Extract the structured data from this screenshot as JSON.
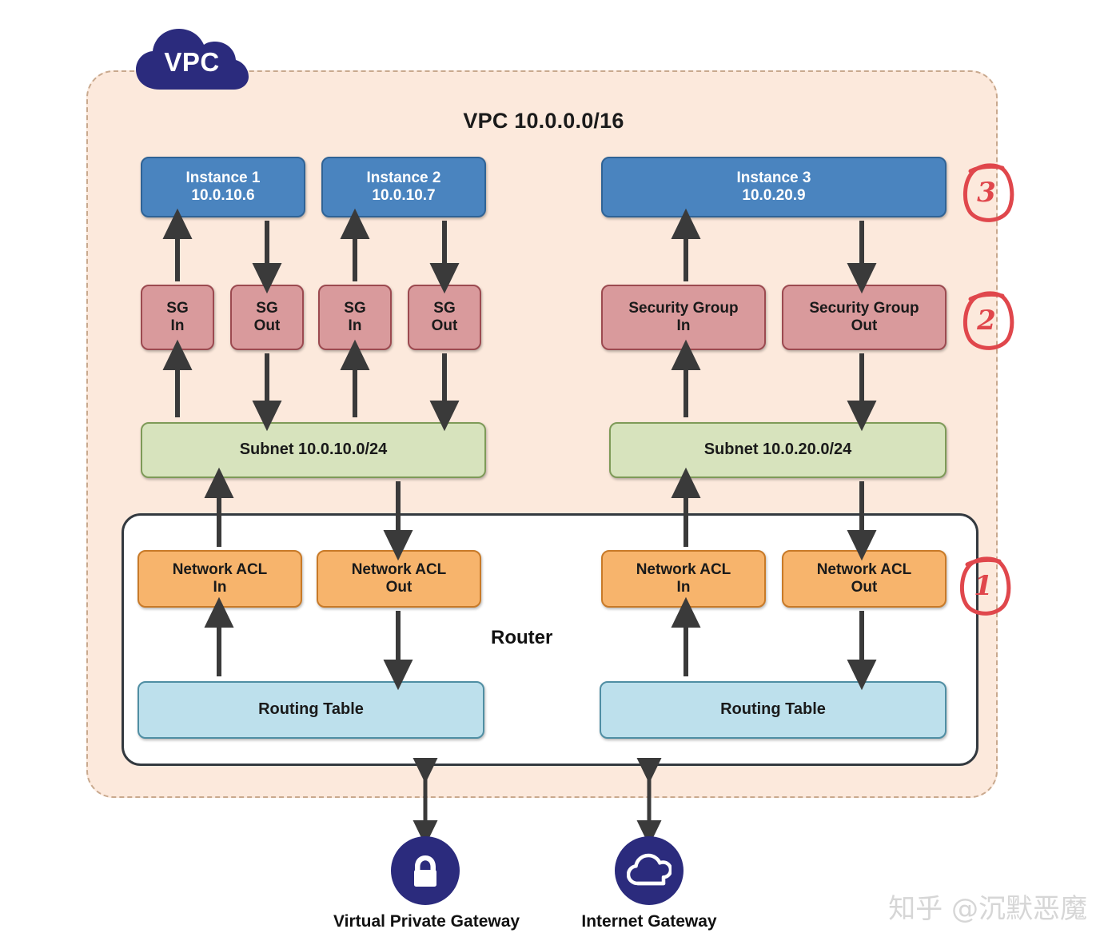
{
  "vpc": {
    "cloud_badge": "VPC",
    "title": "VPC 10.0.0.0/16",
    "fill_color": "#fce9dc",
    "border_color": "#c9a98e",
    "badge_color": "#2b2b7d"
  },
  "instances": [
    {
      "name": "Instance 1",
      "ip": "10.0.10.6"
    },
    {
      "name": "Instance 2",
      "ip": "10.0.10.7"
    },
    {
      "name": "Instance 3",
      "ip": "10.0.20.9"
    }
  ],
  "security_groups": [
    {
      "line1": "SG",
      "line2": "In"
    },
    {
      "line1": "SG",
      "line2": "Out"
    },
    {
      "line1": "SG",
      "line2": "In"
    },
    {
      "line1": "SG",
      "line2": "Out"
    },
    {
      "line1": "Security Group",
      "line2": "In"
    },
    {
      "line1": "Security Group",
      "line2": "Out"
    }
  ],
  "subnets": [
    {
      "label": "Subnet 10.0.10.0/24"
    },
    {
      "label": "Subnet 10.0.20.0/24"
    }
  ],
  "network_acls": [
    {
      "line1": "Network ACL",
      "line2": "In"
    },
    {
      "line1": "Network ACL",
      "line2": "Out"
    },
    {
      "line1": "Network ACL",
      "line2": "In"
    },
    {
      "line1": "Network ACL",
      "line2": "Out"
    }
  ],
  "router": {
    "label": "Router",
    "routing_tables": [
      {
        "label": "Routing Table"
      },
      {
        "label": "Routing Table"
      }
    ]
  },
  "gateways": [
    {
      "label": "Virtual Private Gateway",
      "icon": "lock-icon"
    },
    {
      "label": "Internet Gateway",
      "icon": "cloud-icon"
    }
  ],
  "annotations": [
    {
      "number": "3"
    },
    {
      "number": "2"
    },
    {
      "number": "1"
    }
  ],
  "watermark": {
    "text": "知乎 @沉默恶魔"
  },
  "colors": {
    "instance": "#4a84bf",
    "security_group": "#d99a9c",
    "subnet": "#d7e3bd",
    "network_acl": "#f7b46c",
    "routing_table": "#bde0ec",
    "annotation": "#e0474c",
    "gateway_icon": "#2b2b7d"
  }
}
